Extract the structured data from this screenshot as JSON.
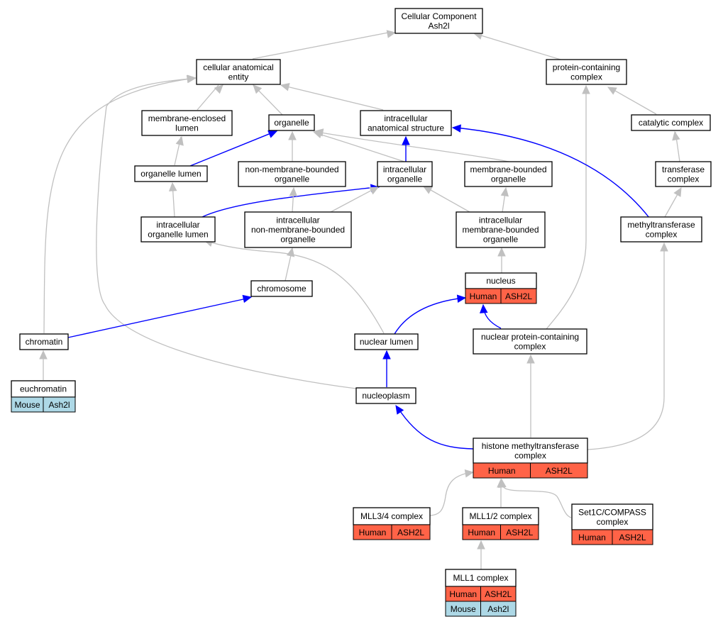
{
  "diagram": {
    "nodes": [
      {
        "id": "cc",
        "lines": [
          "Cellular Component",
          "Ash2l"
        ]
      },
      {
        "id": "cae",
        "lines": [
          "cellular anatomical",
          "entity"
        ]
      },
      {
        "id": "pcc",
        "lines": [
          "protein-containing",
          "complex"
        ]
      },
      {
        "id": "mel",
        "lines": [
          "membrane-enclosed",
          "lumen"
        ]
      },
      {
        "id": "org",
        "lines": [
          "organelle"
        ]
      },
      {
        "id": "ias",
        "lines": [
          "intracellular",
          "anatomical structure"
        ]
      },
      {
        "id": "cat",
        "lines": [
          "catalytic complex"
        ]
      },
      {
        "id": "orgl",
        "lines": [
          "organelle lumen"
        ]
      },
      {
        "id": "nmbo",
        "lines": [
          "non-membrane-bounded",
          "organelle"
        ]
      },
      {
        "id": "io",
        "lines": [
          "intracellular",
          "organelle"
        ]
      },
      {
        "id": "mbo",
        "lines": [
          "membrane-bounded",
          "organelle"
        ]
      },
      {
        "id": "tc",
        "lines": [
          "transferase",
          "complex"
        ]
      },
      {
        "id": "iol",
        "lines": [
          "intracellular",
          "organelle lumen"
        ]
      },
      {
        "id": "inmbo",
        "lines": [
          "intracellular",
          "non-membrane-bounded",
          "organelle"
        ]
      },
      {
        "id": "imbo",
        "lines": [
          "intracellular",
          "membrane-bounded",
          "organelle"
        ]
      },
      {
        "id": "mtc",
        "lines": [
          "methyltransferase",
          "complex"
        ]
      },
      {
        "id": "chr",
        "lines": [
          "chromosome"
        ]
      },
      {
        "id": "nuc",
        "lines": [
          "nucleus"
        ],
        "rows": [
          [
            "Human",
            "ASH2L"
          ]
        ]
      },
      {
        "id": "chrom",
        "lines": [
          "chromatin"
        ]
      },
      {
        "id": "nl",
        "lines": [
          "nuclear lumen"
        ]
      },
      {
        "id": "npcc",
        "lines": [
          "nuclear protein-containing",
          "complex"
        ]
      },
      {
        "id": "eu",
        "lines": [
          "euchromatin"
        ],
        "rows": [
          [
            "Mouse",
            "Ash2l"
          ]
        ]
      },
      {
        "id": "np",
        "lines": [
          "nucleoplasm"
        ]
      },
      {
        "id": "hmt",
        "lines": [
          "histone methyltransferase",
          "complex"
        ],
        "rows": [
          [
            "Human",
            "ASH2L"
          ]
        ]
      },
      {
        "id": "mll34",
        "lines": [
          "MLL3/4 complex"
        ],
        "rows": [
          [
            "Human",
            "ASH2L"
          ]
        ]
      },
      {
        "id": "mll12",
        "lines": [
          "MLL1/2 complex"
        ],
        "rows": [
          [
            "Human",
            "ASH2L"
          ]
        ]
      },
      {
        "id": "set1c",
        "lines": [
          "Set1C/COMPASS",
          "complex"
        ],
        "rows": [
          [
            "Human",
            "ASH2L"
          ]
        ]
      },
      {
        "id": "mll1",
        "lines": [
          "MLL1 complex"
        ],
        "rows": [
          [
            "Human",
            "ASH2L"
          ],
          [
            "Mouse",
            "Ash2l"
          ]
        ]
      }
    ],
    "edges": [
      {
        "from": "cae",
        "to": "cc",
        "kind": "is_a"
      },
      {
        "from": "pcc",
        "to": "cc",
        "kind": "is_a"
      },
      {
        "from": "mel",
        "to": "cae",
        "kind": "is_a"
      },
      {
        "from": "org",
        "to": "cae",
        "kind": "is_a"
      },
      {
        "from": "ias",
        "to": "cae",
        "kind": "is_a"
      },
      {
        "from": "chrom",
        "to": "cae",
        "kind": "is_a"
      },
      {
        "from": "np",
        "to": "cae",
        "kind": "is_a"
      },
      {
        "from": "cat",
        "to": "pcc",
        "kind": "is_a"
      },
      {
        "from": "npcc",
        "to": "pcc",
        "kind": "is_a"
      },
      {
        "from": "orgl",
        "to": "mel",
        "kind": "is_a"
      },
      {
        "from": "orgl",
        "to": "org",
        "kind": "part_of"
      },
      {
        "from": "nmbo",
        "to": "org",
        "kind": "is_a"
      },
      {
        "from": "io",
        "to": "org",
        "kind": "is_a"
      },
      {
        "from": "mbo",
        "to": "org",
        "kind": "is_a"
      },
      {
        "from": "io",
        "to": "ias",
        "kind": "part_of"
      },
      {
        "from": "mtc",
        "to": "ias",
        "kind": "part_of"
      },
      {
        "from": "tc",
        "to": "cat",
        "kind": "is_a"
      },
      {
        "from": "iol",
        "to": "orgl",
        "kind": "is_a"
      },
      {
        "from": "iol",
        "to": "io",
        "kind": "part_of"
      },
      {
        "from": "inmbo",
        "to": "nmbo",
        "kind": "is_a"
      },
      {
        "from": "inmbo",
        "to": "io",
        "kind": "is_a"
      },
      {
        "from": "imbo",
        "to": "mbo",
        "kind": "is_a"
      },
      {
        "from": "imbo",
        "to": "io",
        "kind": "is_a"
      },
      {
        "from": "mtc",
        "to": "tc",
        "kind": "is_a"
      },
      {
        "from": "chr",
        "to": "inmbo",
        "kind": "is_a"
      },
      {
        "from": "nuc",
        "to": "imbo",
        "kind": "is_a"
      },
      {
        "from": "chrom",
        "to": "chr",
        "kind": "part_of"
      },
      {
        "from": "nl",
        "to": "iol",
        "kind": "is_a"
      },
      {
        "from": "nl",
        "to": "nuc",
        "kind": "part_of"
      },
      {
        "from": "npcc",
        "to": "nuc",
        "kind": "part_of"
      },
      {
        "from": "hmt",
        "to": "mtc",
        "kind": "is_a"
      },
      {
        "from": "eu",
        "to": "chrom",
        "kind": "is_a"
      },
      {
        "from": "np",
        "to": "nl",
        "kind": "part_of"
      },
      {
        "from": "hmt",
        "to": "npcc",
        "kind": "is_a"
      },
      {
        "from": "hmt",
        "to": "np",
        "kind": "part_of"
      },
      {
        "from": "mll34",
        "to": "hmt",
        "kind": "is_a"
      },
      {
        "from": "mll12",
        "to": "hmt",
        "kind": "is_a"
      },
      {
        "from": "set1c",
        "to": "hmt",
        "kind": "is_a"
      },
      {
        "from": "mll1",
        "to": "mll12",
        "kind": "is_a"
      }
    ],
    "colors": {
      "human_cell": "#ff6347",
      "mouse_cell": "#add8e6",
      "is_a_edge": "#c0c0c0",
      "part_of_edge": "#0000ff",
      "node_border": "#000000",
      "node_fill": "#ffffff"
    }
  }
}
